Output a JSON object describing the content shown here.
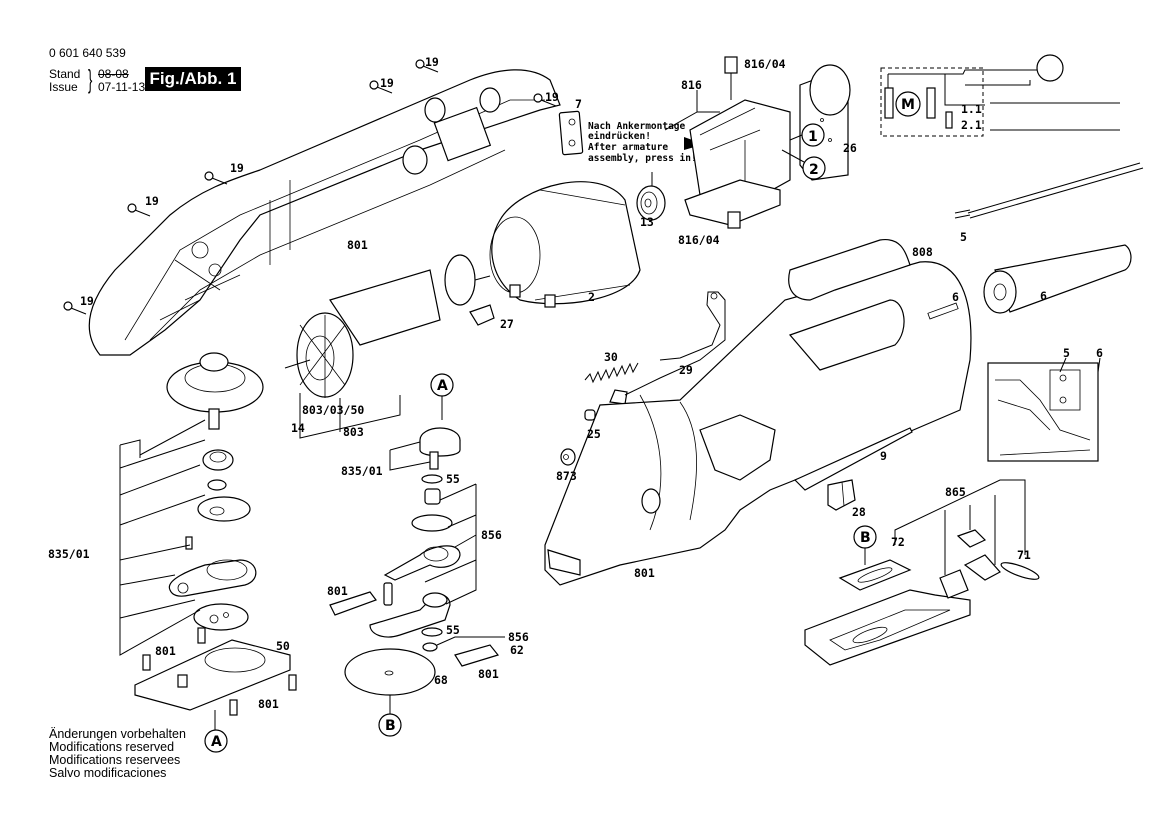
{
  "header": {
    "document_number": "0 601 640 539",
    "stand_label": "Stand",
    "issue_label": "Issue",
    "brace": "}",
    "old_revision": "08-08",
    "issue_date": "07-11-13",
    "figure_title": "Fig./Abb. 1"
  },
  "notes": [
    "Änderungen vorbehalten",
    "Modifications reserved",
    "Modifications reservees",
    "Salvo modificaciones"
  ],
  "assembly_note": [
    "Nach Ankermontage",
    "eindrücken!",
    "After armature",
    "assembly, press in!"
  ],
  "callouts": {
    "A": "A",
    "B": "B",
    "circle_1": "1",
    "circle_2": "2"
  },
  "schematic": {
    "motor_symbol": "M",
    "switch_1": "1.1",
    "switch_2": "2.1"
  },
  "part_labels": {
    "screw_1": "19",
    "screw_2": "19",
    "screw_3": "19",
    "screw_4": "19",
    "screw_5": "19",
    "screw_6": "19",
    "part_7": "7",
    "housing_left": "801",
    "field": "2",
    "brush_holder": "27",
    "armature_set": "803/03/50",
    "armature": "803",
    "fan": "14",
    "bearing_13": "13",
    "switch_assembly": "816",
    "brush_top": "816/04",
    "brush_bottom": "816/04",
    "board": "26",
    "cable": "5",
    "cable_guard": "6",
    "label_plate": "808",
    "lever": "29",
    "spring": "30",
    "pin_25": "25",
    "nut_873": "873",
    "housing_right": "801",
    "slider_9": "9",
    "button_28": "28",
    "inset_5": "5",
    "inset_6": "6",
    "gear_kit_left": "835/01",
    "gear_kit_center": "835/01",
    "washer_55_top": "55",
    "washer_55_bottom": "55",
    "eccentric_kit": "856",
    "eccentric_kit_2": "856",
    "part_62": "62",
    "clip_801_left": "801",
    "clip_801_right": "801",
    "disc_68": "68",
    "pad_50": "50",
    "pin_801_a": "801",
    "pin_801_b": "801",
    "set_865": "865",
    "pad_72": "72",
    "part_71": "71"
  }
}
